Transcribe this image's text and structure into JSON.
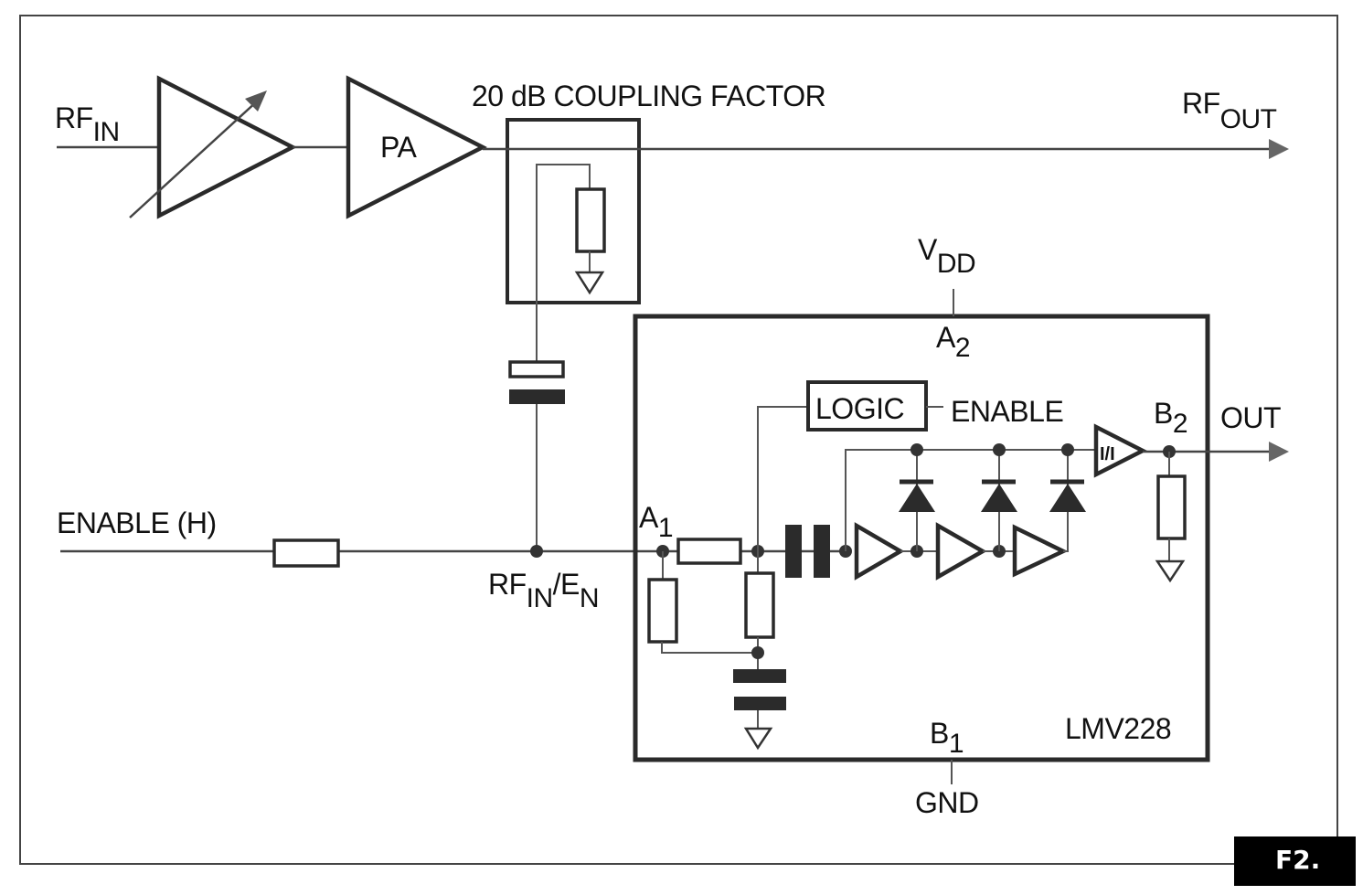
{
  "figure": {
    "badge": "F2.",
    "colors": {
      "ink": "#2a2a2a",
      "background": "#ffffff",
      "badge_bg": "#000000",
      "badge_text": "#ffffff"
    }
  },
  "labels": {
    "rf_in": {
      "main": "RF",
      "sub": "IN"
    },
    "pa": "PA",
    "coupling": "20 dB COUPLING FACTOR",
    "rf_out": {
      "main": "RF",
      "sub": "OUT"
    },
    "vdd": {
      "main": "V",
      "sub": "DD"
    },
    "a2": {
      "main": "A",
      "sub": "2"
    },
    "a1": {
      "main": "A",
      "sub": "1"
    },
    "b1": {
      "main": "B",
      "sub": "1"
    },
    "b2": {
      "main": "B",
      "sub": "2"
    },
    "logic": "LOGIC",
    "enable": "ENABLE",
    "out": "OUT",
    "enable_h": "ENABLE (H)",
    "rfin_en": {
      "main": "RF",
      "sub1": "IN",
      "slash": "/E",
      "sub2": "N"
    },
    "chip": "LMV228",
    "gnd": "GND",
    "ii_amp": "I/I"
  },
  "components": {
    "amplifiers": [
      "variable-gain-amplifier",
      "power-amplifier",
      "detector-amp-1",
      "detector-amp-2",
      "detector-amp-3",
      "current-amplifier"
    ],
    "diodes": 3,
    "resistors": [
      "coupler-termination",
      "enable-series",
      "a1-series",
      "a1-shunt",
      "bias-shunt",
      "output-load"
    ],
    "capacitors": [
      "coupling-cap",
      "dc-block-cap",
      "decoupling-cap"
    ]
  }
}
